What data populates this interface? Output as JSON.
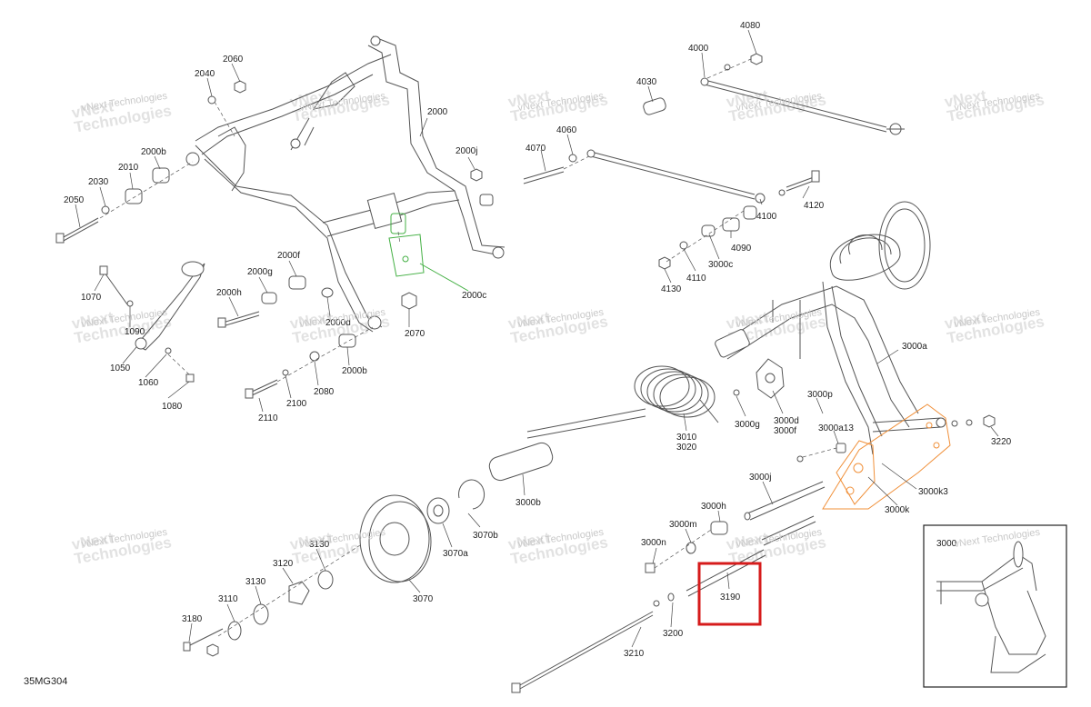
{
  "diagram_code": "35MG304",
  "watermark": {
    "line1": "vNext",
    "line2": "Technologies",
    "line3": "vNext Technologies"
  },
  "highlight": {
    "color": "#d61b1b",
    "part": "3190"
  },
  "colors": {
    "green_part": "#44b044",
    "orange_part": "#f0903a",
    "line": "#555555"
  },
  "parts": {
    "p4080": "4080",
    "p4000": "4000",
    "p4030": "4030",
    "p4060": "4060",
    "p4070": "4070",
    "p4120": "4120",
    "p4100": "4100",
    "p4090": "4090",
    "p3000c": "3000c",
    "p4110": "4110",
    "p4130": "4130",
    "p2060": "2060",
    "p2040": "2040",
    "p2000": "2000",
    "p2000j": "2000j",
    "p2000b_top": "2000b",
    "p2010": "2010",
    "p2030": "2030",
    "p2050": "2050",
    "p2000c": "2000c",
    "p2000f": "2000f",
    "p2000g": "2000g",
    "p2000h": "2000h",
    "p2000d": "2000d",
    "p2070": "2070",
    "p2000b_bot": "2000b",
    "p2080": "2080",
    "p2100": "2100",
    "p2110": "2110",
    "p1070": "1070",
    "p1090": "1090",
    "p1050": "1050",
    "p1060": "1060",
    "p1080": "1080",
    "p3000a": "3000a",
    "p3000p": "3000p",
    "p3000a13": "3000a13",
    "p3220": "3220",
    "p3000g": "3000g",
    "p3000d": "3000d",
    "p3000f": "3000f",
    "p3010": "3010",
    "p3020": "3020",
    "p3000k3": "3000k3",
    "p3000k": "3000k",
    "p3000j": "3000j",
    "p3000b": "3000b",
    "p3070b": "3070b",
    "p3070a": "3070a",
    "p3070": "3070",
    "p3000h": "3000h",
    "p3000m": "3000m",
    "p3000n": "3000n",
    "p3190": "3190",
    "p3200": "3200",
    "p3210": "3210",
    "p3130a": "3130",
    "p3130b": "3130",
    "p3120": "3120",
    "p3110": "3110",
    "p3180": "3180",
    "p3000_inset": "3000"
  }
}
